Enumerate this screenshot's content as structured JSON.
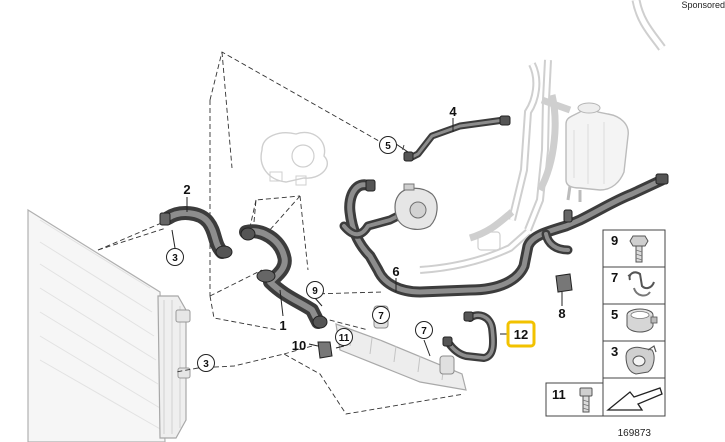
{
  "header": {
    "sponsored_label": "Sponsored"
  },
  "diagram": {
    "reference_number": "169873",
    "callouts": [
      {
        "label": "1",
        "style": "plain"
      },
      {
        "label": "2",
        "style": "plain"
      },
      {
        "label": "3",
        "style": "circled"
      },
      {
        "label": "3",
        "style": "circled"
      },
      {
        "label": "4",
        "style": "plain"
      },
      {
        "label": "5",
        "style": "circled"
      },
      {
        "label": "6",
        "style": "plain"
      },
      {
        "label": "7",
        "style": "circled"
      },
      {
        "label": "7",
        "style": "circled"
      },
      {
        "label": "8",
        "style": "plain"
      },
      {
        "label": "9",
        "style": "circled"
      },
      {
        "label": "10",
        "style": "plain"
      },
      {
        "label": "11",
        "style": "circled"
      },
      {
        "label": "12",
        "style": "highlighted"
      }
    ],
    "highlight_color": "#f2c200",
    "legend": [
      {
        "label": "9",
        "part_icon": "bolt-icon"
      },
      {
        "label": "7",
        "part_icon": "spring-clip-icon"
      },
      {
        "label": "5",
        "part_icon": "hose-clamp-icon"
      },
      {
        "label": "3",
        "part_icon": "quick-connector-icon"
      },
      {
        "label": "11",
        "part_icon": "hex-screw-icon"
      }
    ],
    "corner_icon": "arrow-icon"
  }
}
